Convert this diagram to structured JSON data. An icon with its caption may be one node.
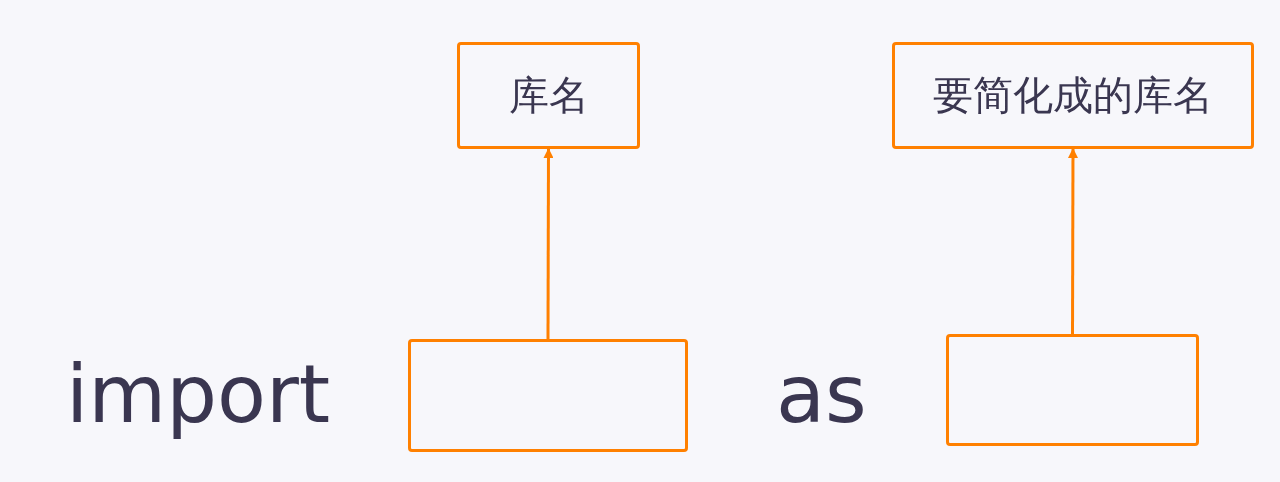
{
  "diagram": {
    "nodes": [
      {
        "text": [
          "库名"
        ]
      },
      {
        "text": [
          "要简化成的库名"
        ]
      },
      {
        "text": [],
        "shape": "box"
      },
      {
        "text": [],
        "shape": "box"
      }
    ],
    "edges": [
      {
        "from": 2,
        "to": 0,
        "arrow": "to"
      },
      {
        "from": 3,
        "to": 1,
        "arrow": "to"
      }
    ],
    "labels": [
      "import",
      "as"
    ]
  }
}
